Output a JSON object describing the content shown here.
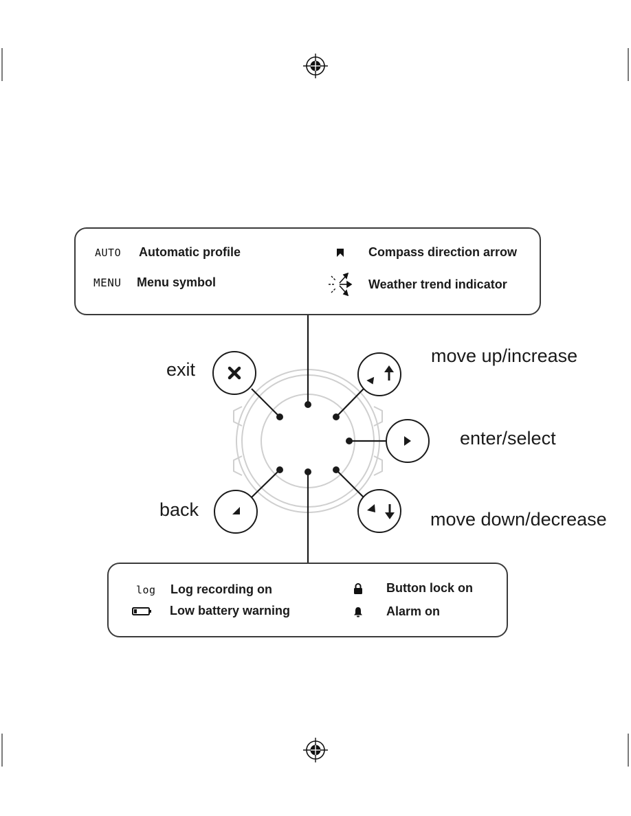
{
  "top_legend": {
    "items": [
      {
        "symbol": "AUTO",
        "label": "Automatic profile"
      },
      {
        "symbol": "MENU",
        "label": "Menu symbol"
      },
      {
        "symbol": "compass-arrow-icon",
        "label": "Compass direction arrow"
      },
      {
        "symbol": "weather-trend-icon",
        "label": "Weather trend indicator"
      }
    ]
  },
  "bottom_legend": {
    "items": [
      {
        "symbol": "log",
        "label": "Log recording on"
      },
      {
        "symbol": "battery-low-icon",
        "label": "Low battery warning"
      },
      {
        "symbol": "lock-icon",
        "label": "Button lock on"
      },
      {
        "symbol": "bell-icon",
        "label": "Alarm on"
      }
    ]
  },
  "buttons": {
    "exit": "exit",
    "back": "back",
    "up": "move up/increase",
    "enter": "enter/select",
    "down": "move down/decrease"
  },
  "colors": {
    "line": "#1a1a1a",
    "watch_outline": "#c8c8c8"
  }
}
